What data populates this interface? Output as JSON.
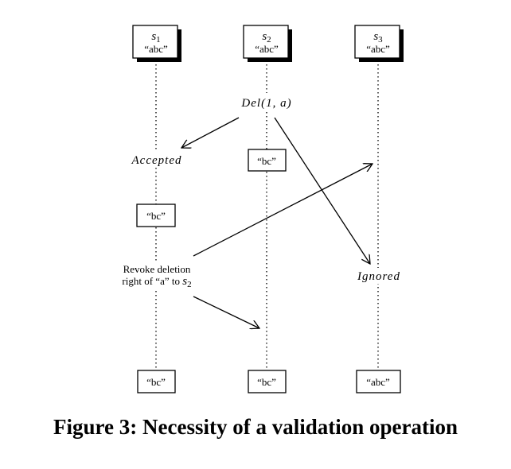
{
  "sites": [
    {
      "id": "s1",
      "name": "s",
      "sub": "1",
      "state": "“abc”"
    },
    {
      "id": "s2",
      "name": "s",
      "sub": "2",
      "state": "“abc”"
    },
    {
      "id": "s3",
      "name": "s",
      "sub": "3",
      "state": "“abc”"
    }
  ],
  "states": {
    "s2_after_op": "“bc”",
    "s1_after_op": "“bc”",
    "s1_final": "“bc”",
    "s2_final": "“bc”",
    "s3_final": "“abc”"
  },
  "events": {
    "operation": "Del(1, a)",
    "accepted": "Accepted",
    "ignored": "Ignored",
    "revoke_line1": "Revoke deletion",
    "revoke_line2_prefix": "right of “a” to ",
    "revoke_site_name": "s",
    "revoke_site_sub": "2"
  },
  "caption": "Figure 3: Necessity of a validation operation"
}
